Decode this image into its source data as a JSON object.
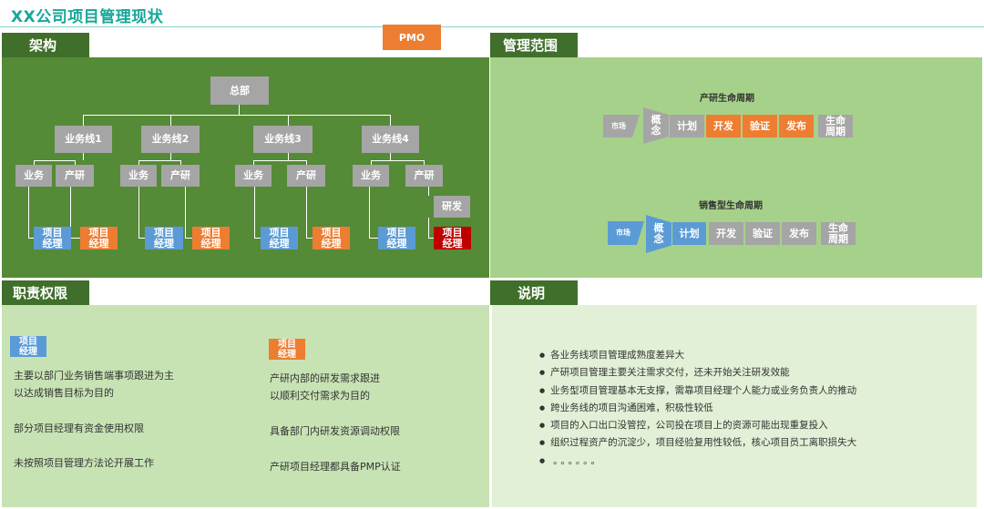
{
  "title": "XX公司项目管理现状",
  "pmo": "PMO",
  "sections": {
    "architecture": "架构",
    "scope": "管理范围",
    "authority": "职责权限",
    "notes": "说明"
  },
  "org": {
    "hq": "总部",
    "lines": [
      "业务线1",
      "业务线2",
      "业务线3",
      "业务线4"
    ],
    "business": "业务",
    "rd": "产研",
    "develop": "研发",
    "pm": "项目\n经理"
  },
  "lifecycle": {
    "rd_title": "产研生命周期",
    "sales_title": "销售型生命周期",
    "market": "市场",
    "concept": "概\n念",
    "stages": [
      "计划",
      "开发",
      "验证",
      "发布"
    ],
    "lifecycle_end": "生命\n周期"
  },
  "authority": {
    "left_tag": "项目\n经理",
    "right_tag": "项目\n经理",
    "left": [
      "主要以部门业务销售端事项跟进为主",
      "以达成销售目标为目的",
      "部分项目经理有资金使用权限",
      "未按照项目管理方法论开展工作"
    ],
    "right": [
      "产研内部的研发需求跟进",
      "以顺利交付需求为目的",
      "具备部门内研发资源调动权限",
      "产研项目经理都具备PMP认证"
    ]
  },
  "notes": [
    "各业务线项目管理成熟度差异大",
    "产研项目管理主要关注需求交付，还未开始关注研发效能",
    "业务型项目管理基本无支撑，需靠项目经理个人能力或业务负责人的推动",
    "跨业务线的项目沟通困难，积极性较低",
    "项目的入口出口没管控，公司投在项目上的资源可能出现重复投入",
    "组织过程资产的沉淀少，项目经验复用性较低，核心项目员工离职损失大",
    "。。。。。。"
  ],
  "colors": {
    "title": "#17a79a",
    "tab": "#3f6f2a",
    "arch_panel": "#558a37",
    "scope_panel": "#a6d18a",
    "gray": "#a5a5a5",
    "blue": "#5b9bd5",
    "orange": "#ed7d31",
    "red": "#c00000"
  }
}
